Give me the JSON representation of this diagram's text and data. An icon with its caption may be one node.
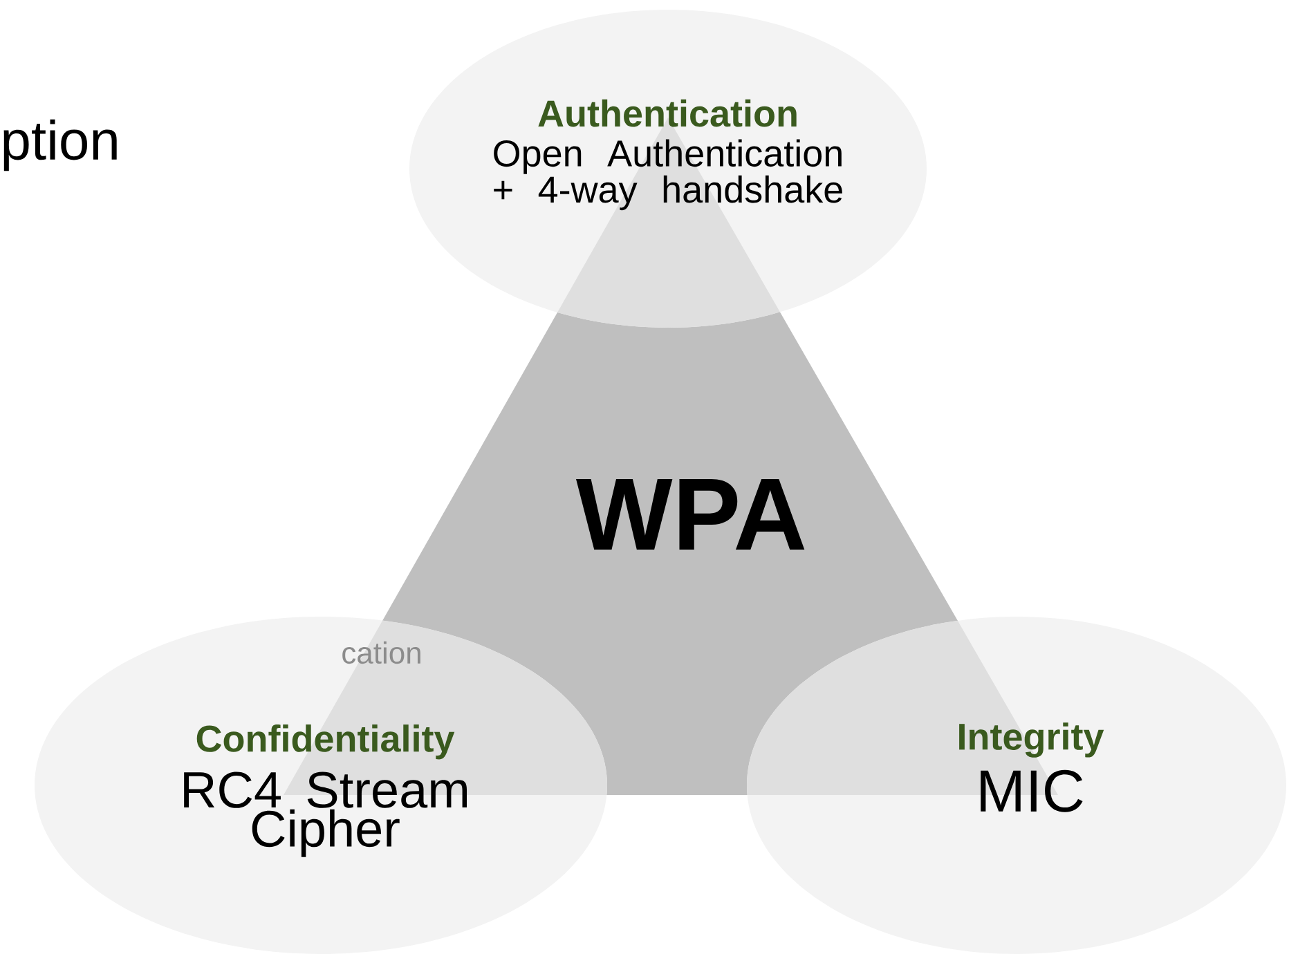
{
  "diagram": {
    "nodes": [
      {
        "text": [
          "Authentication",
          "Open Authentication + 4-way handshake"
        ]
      },
      {
        "text": [
          "WPA"
        ]
      },
      {
        "text": [
          "Confidentiality",
          "RC4 Stream Cipher"
        ]
      },
      {
        "text": [
          "Integrity",
          "MIC"
        ]
      }
    ],
    "labels": [
      "ption",
      "cation"
    ]
  }
}
